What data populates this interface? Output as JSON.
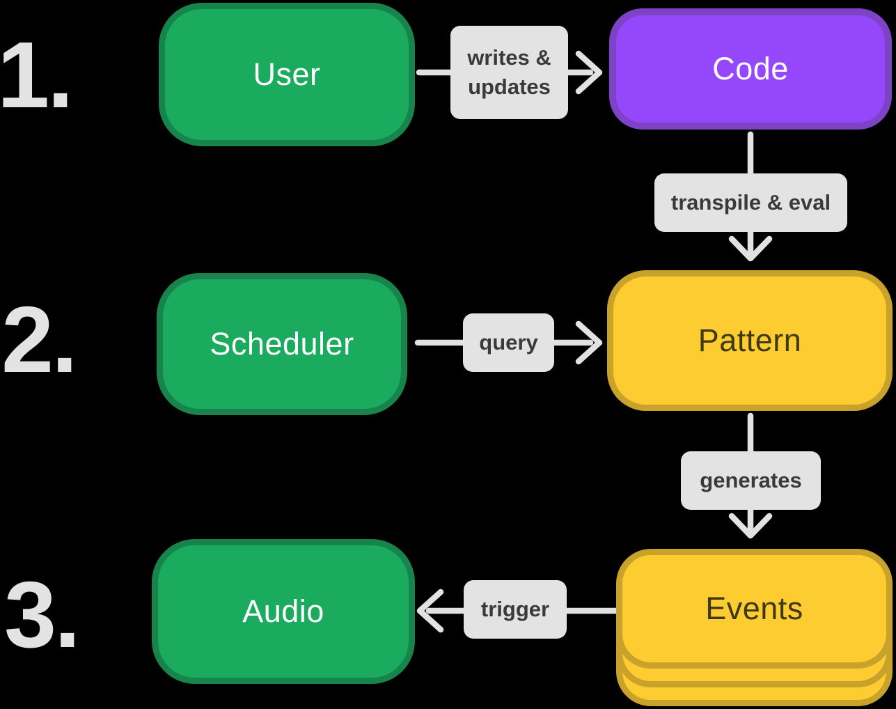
{
  "background": "#000000",
  "number_color": "#e3e3e3",
  "arrow_color": "#e2e2e2",
  "steps": [
    {
      "number": "1."
    },
    {
      "number": "2."
    },
    {
      "number": "3."
    }
  ],
  "nodes": {
    "user": {
      "label": "User",
      "fill": "#1aab5e",
      "border": "#17854b",
      "text": "#ffffff"
    },
    "code": {
      "label": "Code",
      "fill": "#9447fb",
      "border": "#7e42c6",
      "text": "#ffffff"
    },
    "scheduler": {
      "label": "Scheduler",
      "fill": "#1aab5e",
      "border": "#17854b",
      "text": "#ffffff"
    },
    "pattern": {
      "label": "Pattern",
      "fill": "#fdcc31",
      "border": "#c9a22b",
      "text": "#3d3914"
    },
    "events": {
      "label": "Events",
      "fill": "#fdcc31",
      "border": "#c9a22b",
      "text": "#3d3914"
    },
    "audio": {
      "label": "Audio",
      "fill": "#1aab5e",
      "border": "#17854b",
      "text": "#ffffff"
    }
  },
  "edges": [
    {
      "from": "user",
      "to": "code",
      "label": "writes & updates",
      "direction": "right"
    },
    {
      "from": "code",
      "to": "pattern",
      "label": "transpile & eval",
      "direction": "down"
    },
    {
      "from": "scheduler",
      "to": "pattern",
      "label": "query",
      "direction": "right"
    },
    {
      "from": "pattern",
      "to": "events",
      "label": "generates",
      "direction": "down"
    },
    {
      "from": "events",
      "to": "audio",
      "label": "trigger",
      "direction": "left"
    }
  ],
  "edge_label_style": {
    "bg": "#e3e3e3",
    "text": "#3a3a3a"
  }
}
